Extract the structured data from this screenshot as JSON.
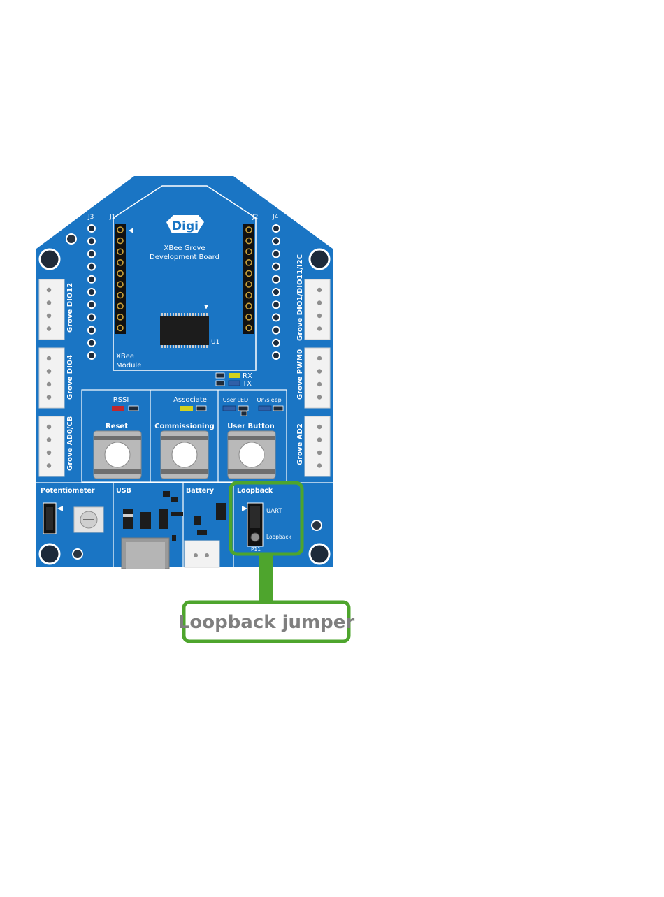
{
  "board": {
    "logo": "Digi",
    "title_line1": "XBee Grove",
    "title_line2": "Development Board",
    "headers": {
      "j1": "J1",
      "j2": "J2",
      "j3": "J3",
      "j4": "J4"
    },
    "chip": "U1",
    "module_line1": "XBee",
    "module_line2": "Module",
    "led_rx": "RX",
    "led_tx": "TX",
    "grove_left": [
      "Grove DIO12",
      "Grove DIO4",
      "Grove AD0/CB"
    ],
    "grove_right": [
      "Grove DIO1/DIO11/I2C",
      "Grove PWM0",
      "Grove AD2"
    ],
    "buttons": {
      "rssi": "RSSI",
      "associate": "Associate",
      "user_led": "User LED",
      "on_sleep": "On/sleep",
      "reset": "Reset",
      "commissioning": "Commissioning",
      "user_button": "User Button"
    },
    "sections": {
      "potentiometer": "Potentiometer",
      "usb": "USB",
      "battery": "Battery",
      "loopback": "Loopback"
    },
    "jumper": {
      "uart": "UART",
      "loopback": "Loopback",
      "p11": "P11"
    },
    "colors": {
      "board": "#1a75c4",
      "highlight": "#4ea52d",
      "rssi_led": "#c0272d",
      "assoc_led": "#d4d21e"
    }
  },
  "callout": {
    "label": "Loopback jumper"
  }
}
